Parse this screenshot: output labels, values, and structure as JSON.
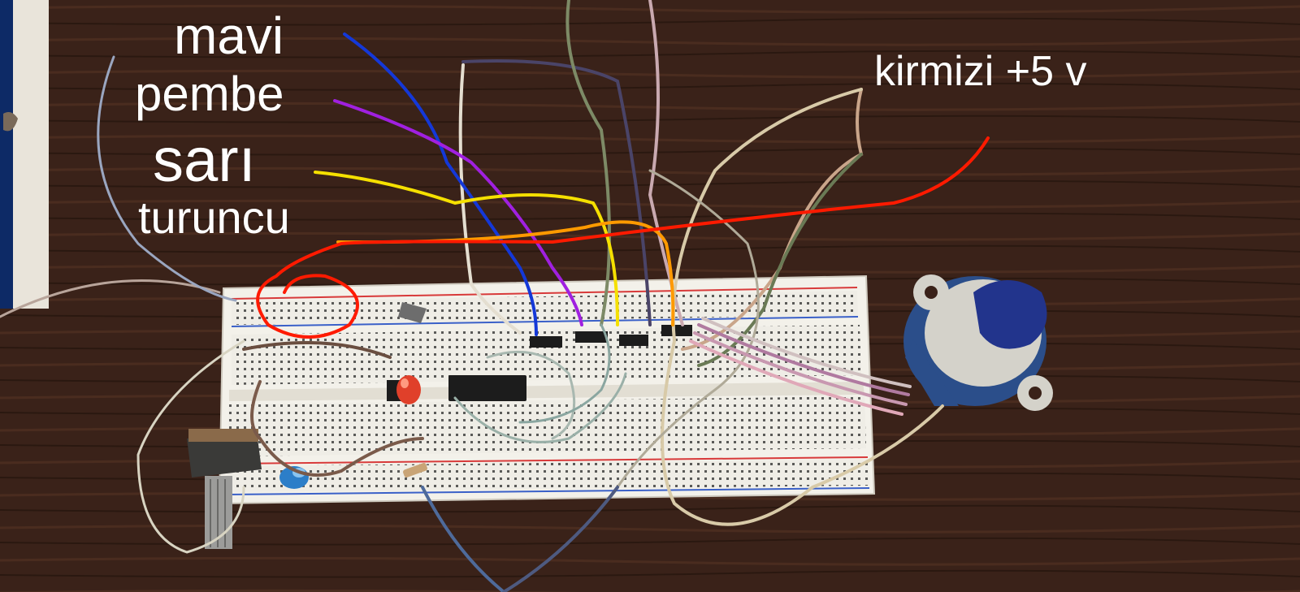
{
  "labels": {
    "mavi": "mavi",
    "pembe": "pembe",
    "sari": "sarı",
    "turuncu": "turuncu",
    "kirmizi": "kirmizi +5 v"
  },
  "colors": {
    "mavi": "#1438d8",
    "pembe": "#a020e0",
    "sari": "#f5e000",
    "turuncu": "#ff9a00",
    "kirmizi": "#ff1a00",
    "label_text": "#ffffff"
  },
  "scene": {
    "components": [
      "breadboard",
      "stepper-motor",
      "potentiometer",
      "led-red",
      "capacitor-blue",
      "ic-chip",
      "driver-chips",
      "resistors",
      "jumper-wires"
    ]
  }
}
